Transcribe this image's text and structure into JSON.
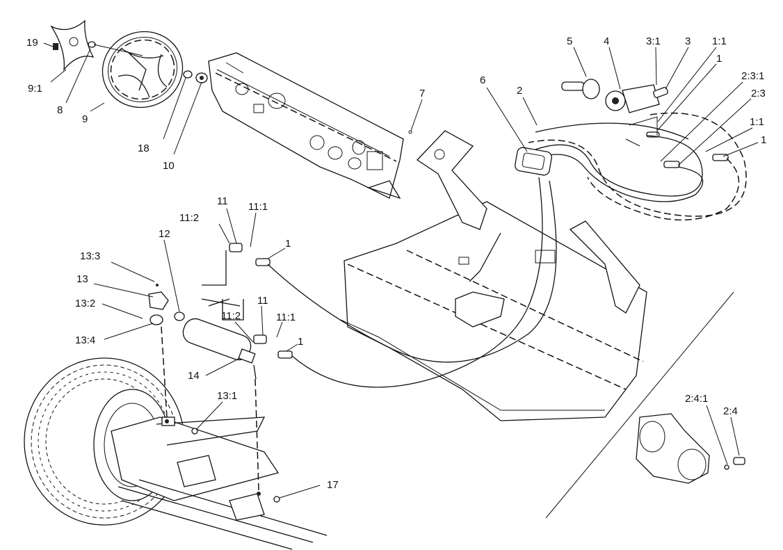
{
  "callouts": [
    {
      "id": "c19",
      "text": "19"
    },
    {
      "id": "c9_1",
      "text": "9:1"
    },
    {
      "id": "c8",
      "text": "8"
    },
    {
      "id": "c9",
      "text": "9"
    },
    {
      "id": "c18",
      "text": "18"
    },
    {
      "id": "c10",
      "text": "10"
    },
    {
      "id": "c7",
      "text": "7"
    },
    {
      "id": "c5",
      "text": "5"
    },
    {
      "id": "c4",
      "text": "4"
    },
    {
      "id": "c3_1",
      "text": "3:1"
    },
    {
      "id": "c3",
      "text": "3"
    },
    {
      "id": "c1_1a",
      "text": "1:1"
    },
    {
      "id": "c1a",
      "text": "1"
    },
    {
      "id": "c2_3_1",
      "text": "2:3:1"
    },
    {
      "id": "c2_3",
      "text": "2:3"
    },
    {
      "id": "c1_1b",
      "text": "1:1"
    },
    {
      "id": "c1b",
      "text": "1"
    },
    {
      "id": "c6",
      "text": "6"
    },
    {
      "id": "c2",
      "text": "2"
    },
    {
      "id": "c11_2a",
      "text": "11:2"
    },
    {
      "id": "c11a",
      "text": "11"
    },
    {
      "id": "c11_1a",
      "text": "11:1"
    },
    {
      "id": "c1c",
      "text": "1"
    },
    {
      "id": "c12",
      "text": "12"
    },
    {
      "id": "c13_3",
      "text": "13:3"
    },
    {
      "id": "c13",
      "text": "13"
    },
    {
      "id": "c13_2",
      "text": "13:2"
    },
    {
      "id": "c13_4",
      "text": "13:4"
    },
    {
      "id": "c11b",
      "text": "11"
    },
    {
      "id": "c11_2b",
      "text": "11:2"
    },
    {
      "id": "c11_1b",
      "text": "11:1"
    },
    {
      "id": "c1d",
      "text": "1"
    },
    {
      "id": "c14",
      "text": "14"
    },
    {
      "id": "c13_1",
      "text": "13:1"
    },
    {
      "id": "c17",
      "text": "17"
    },
    {
      "id": "c2_4_1",
      "text": "2:4:1"
    },
    {
      "id": "c2_4",
      "text": "2:4"
    }
  ]
}
